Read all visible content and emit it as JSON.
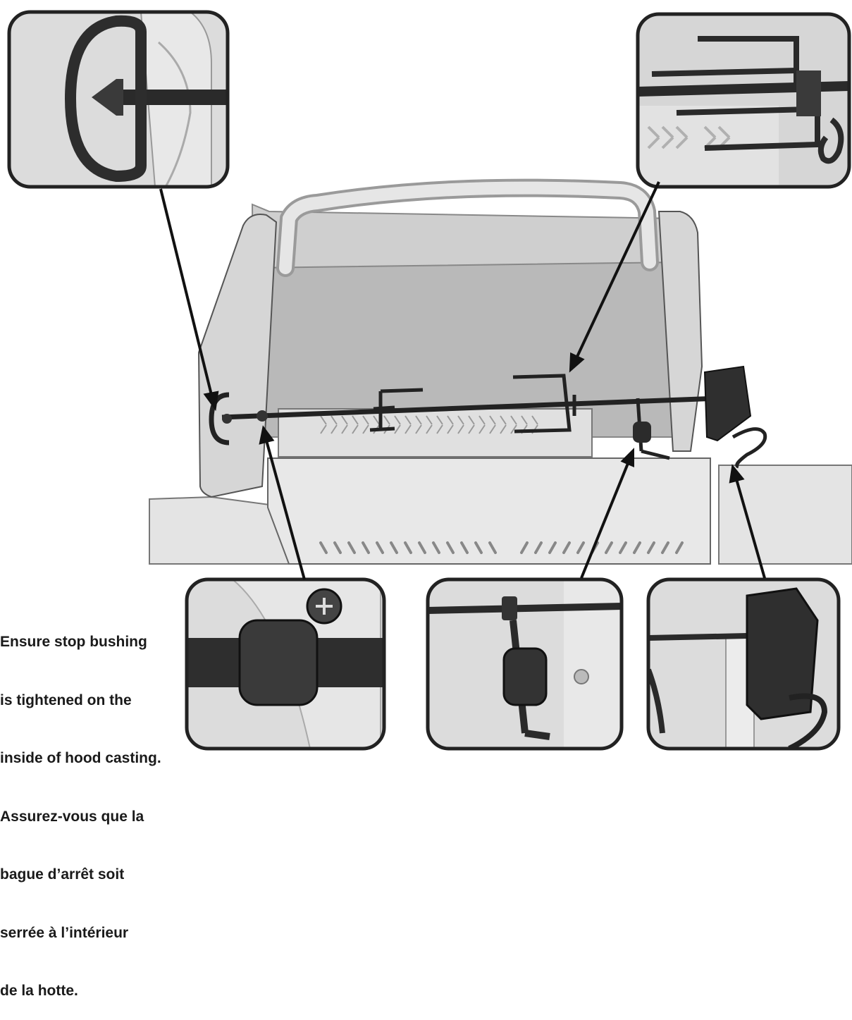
{
  "caption": {
    "lines": [
      "Ensure stop bushing",
      "is tightened on the",
      "inside of hood casting.",
      "Assurez-vous que la",
      "bague d’arrêt soit",
      "serrée à l’intérieur",
      "de la hotte."
    ]
  },
  "colors": {
    "outline": "#222222",
    "inset_bg": "#dcdcdc",
    "metal_light": "#e6e6e6",
    "metal_mid": "#c9c9c9",
    "metal_dark": "#9a9a9a",
    "part_dark": "#3a3a3a",
    "arrow": "#111111"
  },
  "insets": [
    {
      "name": "inset-handle-fork-end",
      "depicts": "spit handle with stop cone"
    },
    {
      "name": "inset-meat-fork",
      "depicts": "meat fork with prongs"
    },
    {
      "name": "inset-stop-bushing",
      "depicts": "stop bushing with screw"
    },
    {
      "name": "inset-counterweight",
      "depicts": "counterweight on spit"
    },
    {
      "name": "inset-motor",
      "depicts": "rotisserie motor"
    }
  ]
}
